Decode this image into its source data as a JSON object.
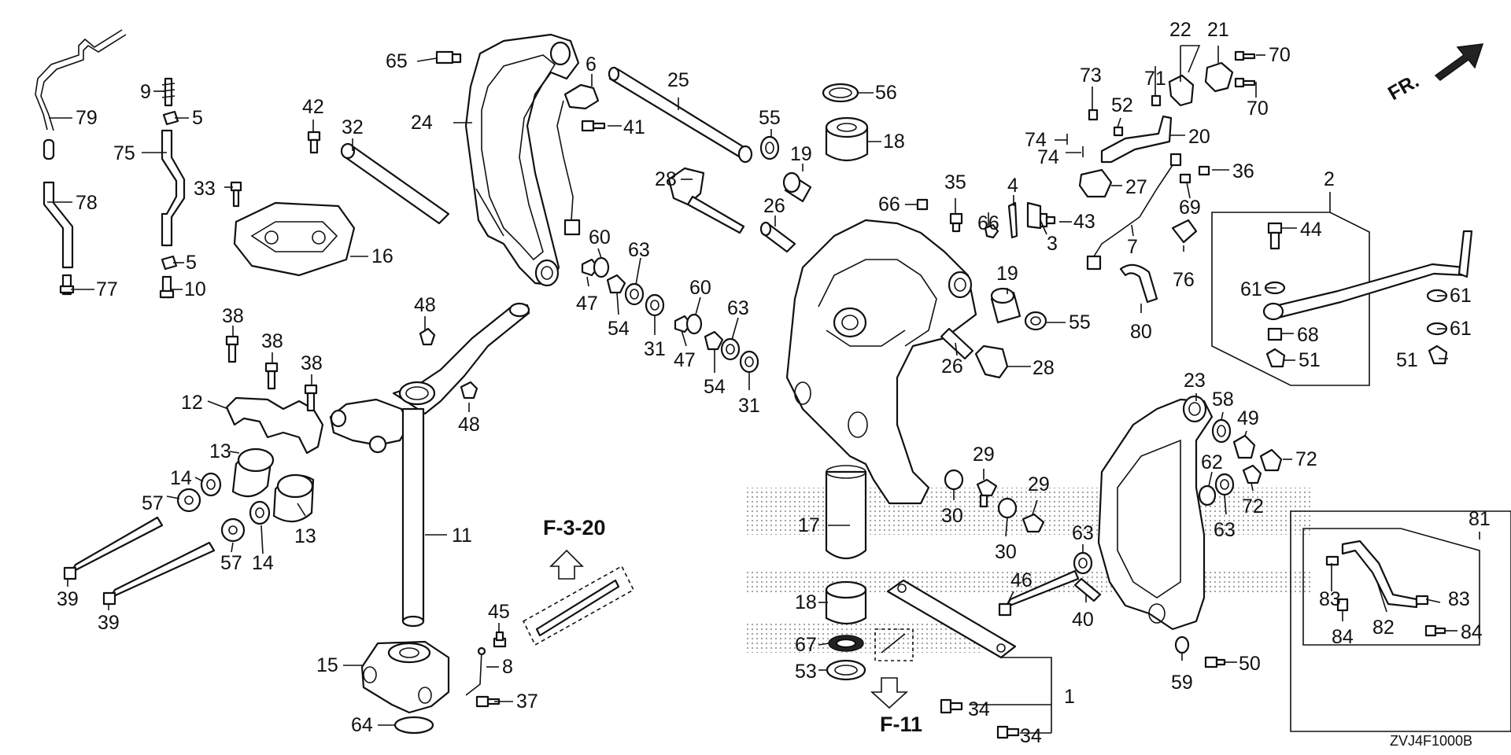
{
  "diagram": {
    "direction_label": "FR.",
    "drawing_code": "ZVJ4F1000B",
    "refs": {
      "up": "F-3-20",
      "down": "F-11"
    },
    "labels": [
      {
        "name": "part-label-79",
        "text": "79"
      },
      {
        "name": "part-label-9",
        "text": "9"
      },
      {
        "name": "part-label-5a",
        "text": "5"
      },
      {
        "name": "part-label-75",
        "text": "75"
      },
      {
        "name": "part-label-78",
        "text": "78"
      },
      {
        "name": "part-label-33",
        "text": "33"
      },
      {
        "name": "part-label-5b",
        "text": "5"
      },
      {
        "name": "part-label-77",
        "text": "77"
      },
      {
        "name": "part-label-10",
        "text": "10"
      },
      {
        "name": "part-label-42",
        "text": "42"
      },
      {
        "name": "part-label-32",
        "text": "32"
      },
      {
        "name": "part-label-16",
        "text": "16"
      },
      {
        "name": "part-label-65",
        "text": "65"
      },
      {
        "name": "part-label-24",
        "text": "24"
      },
      {
        "name": "part-label-6",
        "text": "6"
      },
      {
        "name": "part-label-41",
        "text": "41"
      },
      {
        "name": "part-label-25",
        "text": "25"
      },
      {
        "name": "part-label-56",
        "text": "56"
      },
      {
        "name": "part-label-55a",
        "text": "55"
      },
      {
        "name": "part-label-18a",
        "text": "18"
      },
      {
        "name": "part-label-19a",
        "text": "19"
      },
      {
        "name": "part-label-28a",
        "text": "28"
      },
      {
        "name": "part-label-26a",
        "text": "26"
      },
      {
        "name": "part-label-60a",
        "text": "60"
      },
      {
        "name": "part-label-63a",
        "text": "63"
      },
      {
        "name": "part-label-47a",
        "text": "47"
      },
      {
        "name": "part-label-54a",
        "text": "54"
      },
      {
        "name": "part-label-31a",
        "text": "31"
      },
      {
        "name": "part-label-60b",
        "text": "60"
      },
      {
        "name": "part-label-63b",
        "text": "63"
      },
      {
        "name": "part-label-47b",
        "text": "47"
      },
      {
        "name": "part-label-54b",
        "text": "54"
      },
      {
        "name": "part-label-31b",
        "text": "31"
      },
      {
        "name": "part-label-38a",
        "text": "38"
      },
      {
        "name": "part-label-38b",
        "text": "38"
      },
      {
        "name": "part-label-38c",
        "text": "38"
      },
      {
        "name": "part-label-48a",
        "text": "48"
      },
      {
        "name": "part-label-48b",
        "text": "48"
      },
      {
        "name": "part-label-12",
        "text": "12"
      },
      {
        "name": "part-label-13a",
        "text": "13"
      },
      {
        "name": "part-label-14a",
        "text": "14"
      },
      {
        "name": "part-label-57a",
        "text": "57"
      },
      {
        "name": "part-label-13b",
        "text": "13"
      },
      {
        "name": "part-label-57b",
        "text": "57"
      },
      {
        "name": "part-label-14b",
        "text": "14"
      },
      {
        "name": "part-label-39a",
        "text": "39"
      },
      {
        "name": "part-label-39b",
        "text": "39"
      },
      {
        "name": "part-label-11",
        "text": "11"
      },
      {
        "name": "part-label-45",
        "text": "45"
      },
      {
        "name": "part-label-8",
        "text": "8"
      },
      {
        "name": "part-label-15",
        "text": "15"
      },
      {
        "name": "part-label-37",
        "text": "37"
      },
      {
        "name": "part-label-64",
        "text": "64"
      },
      {
        "name": "part-label-66a",
        "text": "66"
      },
      {
        "name": "part-label-35",
        "text": "35"
      },
      {
        "name": "part-label-66b",
        "text": "66"
      },
      {
        "name": "part-label-4",
        "text": "4"
      },
      {
        "name": "part-label-43",
        "text": "43"
      },
      {
        "name": "part-label-3",
        "text": "3"
      },
      {
        "name": "part-label-19b",
        "text": "19"
      },
      {
        "name": "part-label-55b",
        "text": "55"
      },
      {
        "name": "part-label-26b",
        "text": "26"
      },
      {
        "name": "part-label-28b",
        "text": "28"
      },
      {
        "name": "part-label-73",
        "text": "73"
      },
      {
        "name": "part-label-74a",
        "text": "74"
      },
      {
        "name": "part-label-74b",
        "text": "74"
      },
      {
        "name": "part-label-71",
        "text": "71"
      },
      {
        "name": "part-label-52",
        "text": "52"
      },
      {
        "name": "part-label-22",
        "text": "22"
      },
      {
        "name": "part-label-21",
        "text": "21"
      },
      {
        "name": "part-label-70a",
        "text": "70"
      },
      {
        "name": "part-label-70b",
        "text": "70"
      },
      {
        "name": "part-label-20",
        "text": "20"
      },
      {
        "name": "part-label-27",
        "text": "27"
      },
      {
        "name": "part-label-36",
        "text": "36"
      },
      {
        "name": "part-label-69",
        "text": "69"
      },
      {
        "name": "part-label-7",
        "text": "7"
      },
      {
        "name": "part-label-76",
        "text": "76"
      },
      {
        "name": "part-label-80",
        "text": "80"
      },
      {
        "name": "part-label-2",
        "text": "2"
      },
      {
        "name": "part-label-44",
        "text": "44"
      },
      {
        "name": "part-label-61a",
        "text": "61"
      },
      {
        "name": "part-label-61b",
        "text": "61"
      },
      {
        "name": "part-label-61c",
        "text": "61"
      },
      {
        "name": "part-label-68",
        "text": "68"
      },
      {
        "name": "part-label-51a",
        "text": "51"
      },
      {
        "name": "part-label-51b",
        "text": "51"
      },
      {
        "name": "part-label-23",
        "text": "23"
      },
      {
        "name": "part-label-58",
        "text": "58"
      },
      {
        "name": "part-label-49",
        "text": "49"
      },
      {
        "name": "part-label-72a",
        "text": "72"
      },
      {
        "name": "part-label-62",
        "text": "62"
      },
      {
        "name": "part-label-63c",
        "text": "63"
      },
      {
        "name": "part-label-72b",
        "text": "72"
      },
      {
        "name": "part-label-29a",
        "text": "29"
      },
      {
        "name": "part-label-29b",
        "text": "29"
      },
      {
        "name": "part-label-30a",
        "text": "30"
      },
      {
        "name": "part-label-30b",
        "text": "30"
      },
      {
        "name": "part-label-63d",
        "text": "63"
      },
      {
        "name": "part-label-17",
        "text": "17"
      },
      {
        "name": "part-label-46",
        "text": "46"
      },
      {
        "name": "part-label-40",
        "text": "40"
      },
      {
        "name": "part-label-18b",
        "text": "18"
      },
      {
        "name": "part-label-67",
        "text": "67"
      },
      {
        "name": "part-label-53",
        "text": "53"
      },
      {
        "name": "part-label-1",
        "text": "1"
      },
      {
        "name": "part-label-34a",
        "text": "34"
      },
      {
        "name": "part-label-34b",
        "text": "34"
      },
      {
        "name": "part-label-59",
        "text": "59"
      },
      {
        "name": "part-label-50",
        "text": "50"
      },
      {
        "name": "part-label-81",
        "text": "81"
      },
      {
        "name": "part-label-83a",
        "text": "83"
      },
      {
        "name": "part-label-83b",
        "text": "83"
      },
      {
        "name": "part-label-82",
        "text": "82"
      },
      {
        "name": "part-label-84a",
        "text": "84"
      },
      {
        "name": "part-label-84b",
        "text": "84"
      }
    ]
  }
}
